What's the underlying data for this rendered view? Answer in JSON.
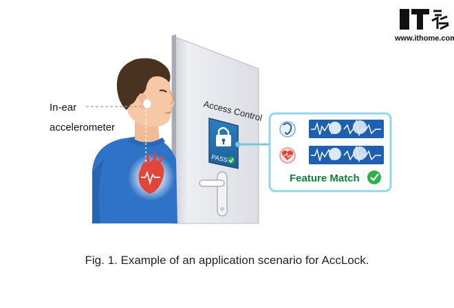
{
  "watermark": {
    "logo_text": "IT之家",
    "site": "www.ithome.com"
  },
  "figure": {
    "ear_label_line1": "In-ear",
    "ear_label_line2": "accelerometer",
    "door_sign": "Access Control",
    "pass_text": "PASS",
    "match_text": "Feature Match",
    "caption": "Fig. 1.  Example of an application scenario for AccLock."
  },
  "colors": {
    "shirt": "#2f73c8",
    "hair": "#4a3220",
    "skin": "#f6c8a6",
    "heart": "#e2463a",
    "door": "#e6e6ea",
    "panel_border": "#8fd6e8",
    "waveform_bg": "#1f5fb0",
    "match_green": "#2bb34a",
    "match_text": "#0e7f3a"
  }
}
